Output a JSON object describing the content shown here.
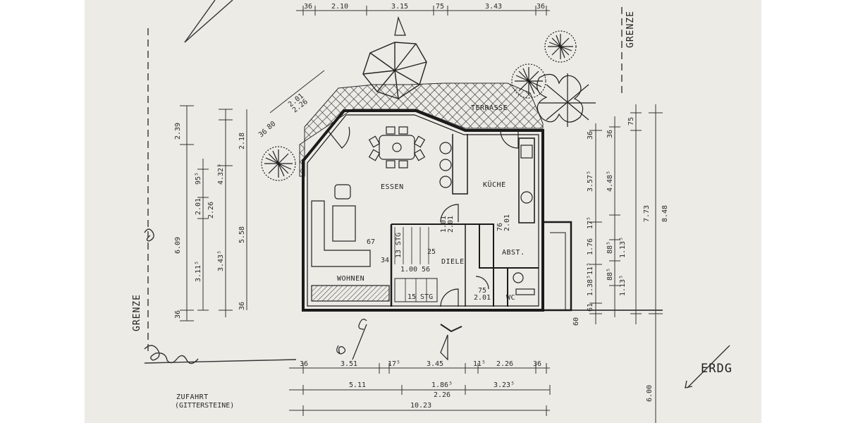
{
  "rooms": {
    "essen": "ESSEN",
    "kueche": "KÜCHE",
    "wohnen": "WOHNEN",
    "diele": "DIELE",
    "abst": "ABST.",
    "wc": "WC",
    "terrasse": "TERRASSE"
  },
  "annotations": {
    "grenze_left": "GRENZE",
    "grenze_right": "GRENZE",
    "zufahrt": "ZUFAHRT",
    "gittersteine": "(GITTERSTEINE)",
    "erdg": "ERDG",
    "stairs_13": "13 STG",
    "stairs_15": "15 STG"
  },
  "dimensions": {
    "top": [
      "36",
      "2.10",
      "3.15",
      "75",
      "3.43",
      "36"
    ],
    "bottom_row1": [
      "36",
      "3.51",
      "17⁵",
      "3.45",
      "11⁵",
      "2.26",
      "36"
    ],
    "bottom_row2": [
      "5.11",
      "1.86⁵",
      "3.23⁵",
      "2.26"
    ],
    "bottom_total": "10.23",
    "left_outer": [
      "2.39",
      "6.09",
      "36"
    ],
    "left_mid": [
      "2.18",
      "5.58",
      "36"
    ],
    "left_inner": [
      "4.32⁵",
      "3.43⁵",
      "95⁵",
      "2.01",
      "2.26",
      "3.11⁵"
    ],
    "right_a": [
      "3.57⁵",
      "1.76",
      "1.38⁵",
      "61",
      "60"
    ],
    "right_b": [
      "4.48⁵",
      "1.13⁵",
      "1.13⁵",
      "88⁵",
      "88⁵"
    ],
    "right_c": [
      "75",
      "7.73",
      "8.48",
      "6.00"
    ],
    "right_small": [
      "36",
      "17⁵",
      "11⁵",
      "36"
    ],
    "diagonal": [
      "2.01",
      "2.26",
      "80",
      "36"
    ],
    "doors": [
      "1.01",
      "2.01",
      "76",
      "2.01",
      "75",
      "2.01"
    ],
    "stairs": [
      "67",
      "25",
      "1.00",
      "56",
      "34"
    ]
  }
}
